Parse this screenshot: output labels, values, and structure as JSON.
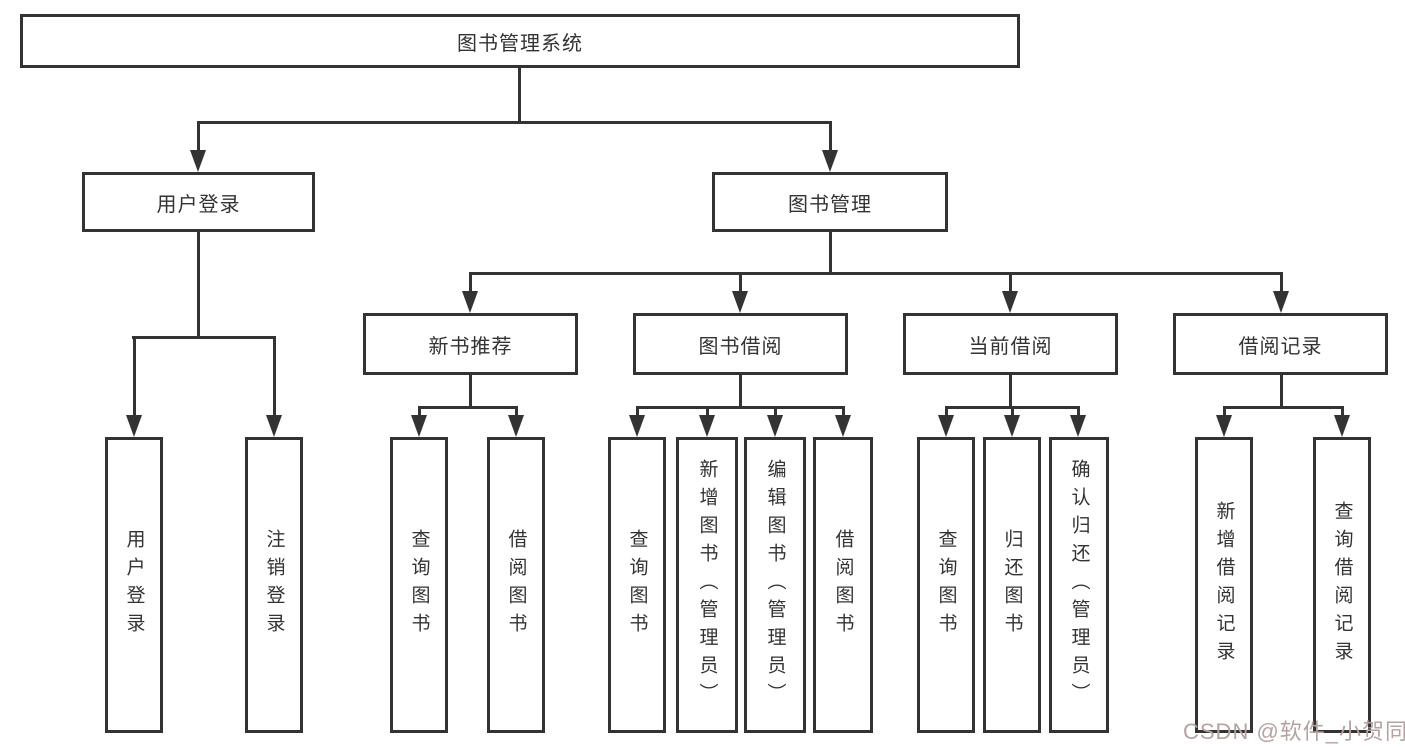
{
  "diagram": {
    "root": {
      "label": "图书管理系统"
    },
    "user_login": {
      "label": "用户登录",
      "children": {
        "login": {
          "label": "用户登录"
        },
        "logout": {
          "label": "注销登录"
        }
      }
    },
    "book_mgmt": {
      "label": "图书管理",
      "new_book": {
        "label": "新书推荐",
        "children": {
          "query": {
            "label": "查询图书"
          },
          "borrow": {
            "label": "借阅图书"
          }
        }
      },
      "borrow": {
        "label": "图书借阅",
        "children": {
          "query": {
            "label": "查询图书"
          },
          "add": {
            "label": "新增图书（管理员）"
          },
          "edit": {
            "label": "编辑图书（管理员）"
          },
          "borrow": {
            "label": "借阅图书"
          }
        }
      },
      "current": {
        "label": "当前借阅",
        "children": {
          "query": {
            "label": "查询图书"
          },
          "return": {
            "label": "归还图书"
          },
          "confirm": {
            "label": "确认归还（管理员）"
          }
        }
      },
      "record": {
        "label": "借阅记录",
        "children": {
          "add": {
            "label": "新增借阅记录"
          },
          "query": {
            "label": "查询借阅记录"
          }
        }
      }
    }
  },
  "watermark": {
    "text": "CSDN @软件_小贺同学"
  },
  "colors": {
    "line": "#333333",
    "box_border": "#333333",
    "box_background": "#ffffff",
    "page_background": "#ffffff",
    "watermark": "#b5a2a2"
  }
}
